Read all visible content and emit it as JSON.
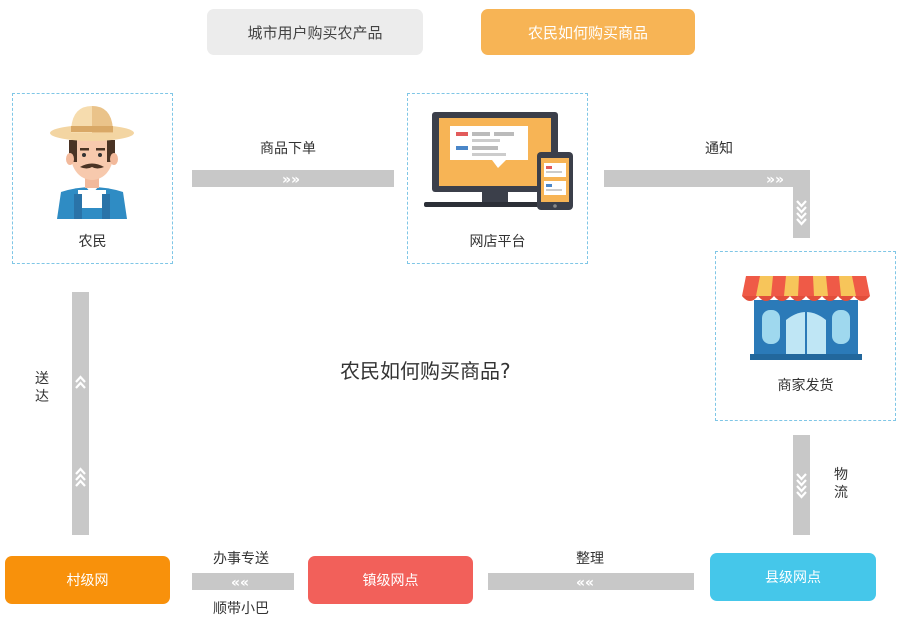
{
  "tabs": [
    {
      "label": "城市用户购买农产品",
      "active": false,
      "color": "#ececec"
    },
    {
      "label": "农民如何购买商品",
      "active": true,
      "color": "#f7b455"
    }
  ],
  "nodes": {
    "farmer": "农民",
    "platform": "网店平台",
    "merchant": "商家发货"
  },
  "edges": {
    "order": "商品下单",
    "notify": "通知",
    "logistics": "物流",
    "sort": "整理",
    "dedicated": "办事专送",
    "minibus": "顺带小巴",
    "deliver": "送达"
  },
  "stations": {
    "village": {
      "label": "村级网",
      "color": "#f8910b"
    },
    "town": {
      "label": "镇级网点",
      "color": "#f2605a"
    },
    "county": {
      "label": "县级网点",
      "color": "#45c7ea"
    }
  },
  "center_question": "农民如何购买商品?"
}
